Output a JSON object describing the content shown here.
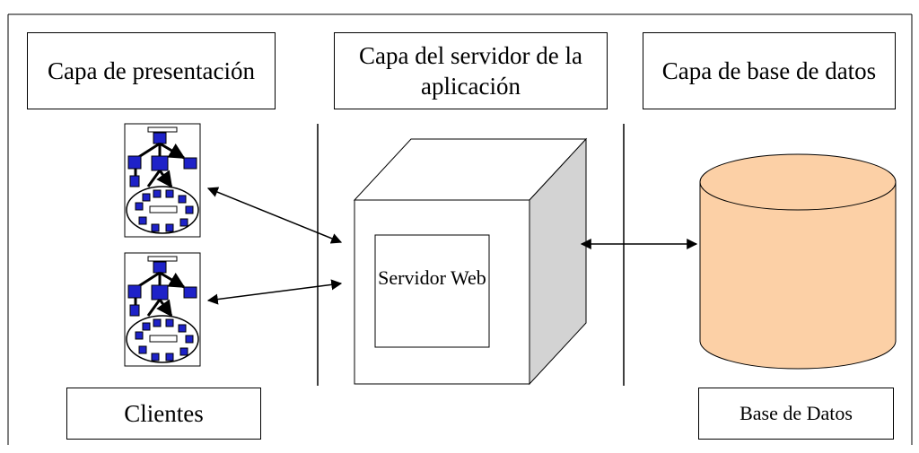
{
  "layers": {
    "presentation": "Capa de presentación",
    "app_server": "Capa del servidor de la aplicación",
    "database": "Capa de base de datos"
  },
  "labels": {
    "clients": "Clientes",
    "web_server": "Servidor Web",
    "database": "Base de Datos"
  },
  "colors": {
    "cylinder_fill": "#FCD0A6",
    "cube_side": "#D3D3D3",
    "network_blue": "#1E22C8",
    "line": "#000000"
  },
  "icons": {
    "client": "network-topology-icon",
    "server": "cube-icon",
    "database": "cylinder-icon"
  }
}
